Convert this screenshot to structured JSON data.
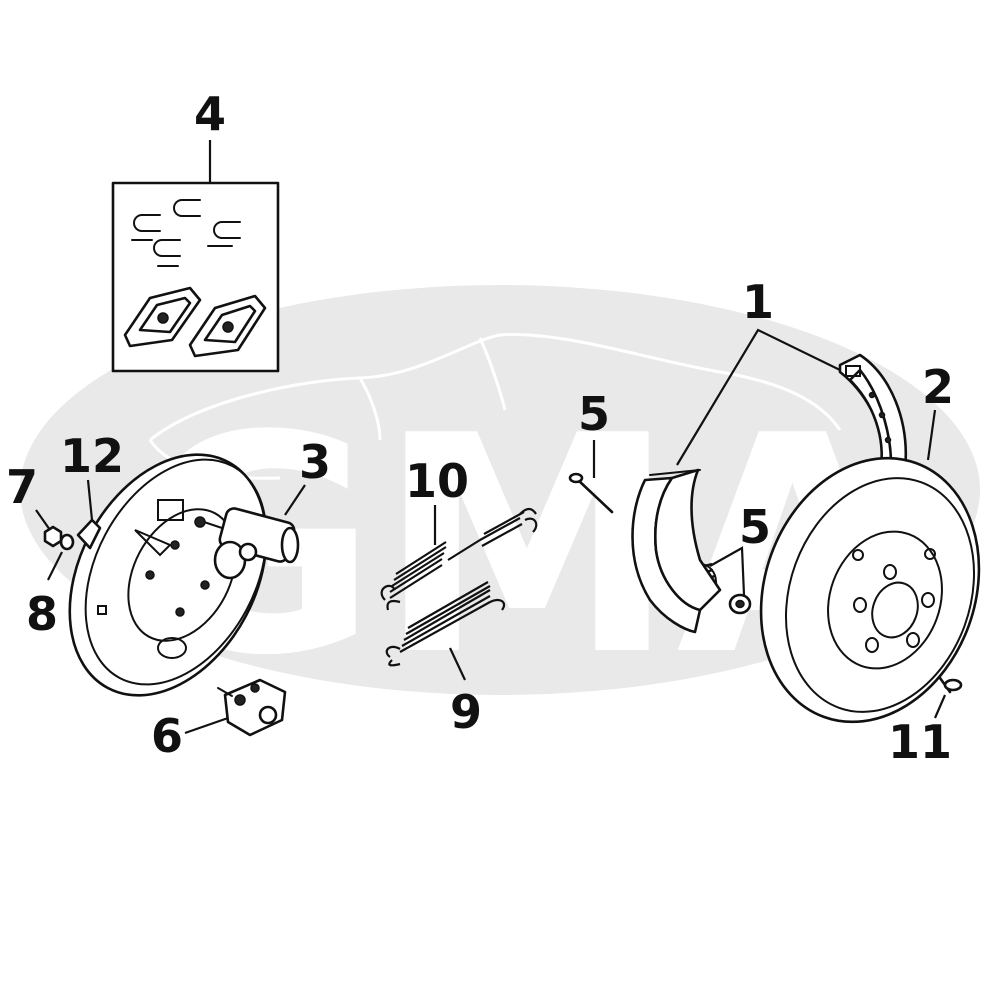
{
  "watermark": {
    "text": "GMA",
    "color": "#e9e9e9"
  },
  "callouts": {
    "c1": "1",
    "c2": "2",
    "c3": "3",
    "c4": "4",
    "c5a": "5",
    "c5b": "5",
    "c6": "6",
    "c7": "7",
    "c8": "8",
    "c9": "9",
    "c10": "10",
    "c11": "11",
    "c12": "12"
  },
  "colors": {
    "line": "#111111",
    "background": "#ffffff",
    "watermark": "#e9e9e9"
  }
}
